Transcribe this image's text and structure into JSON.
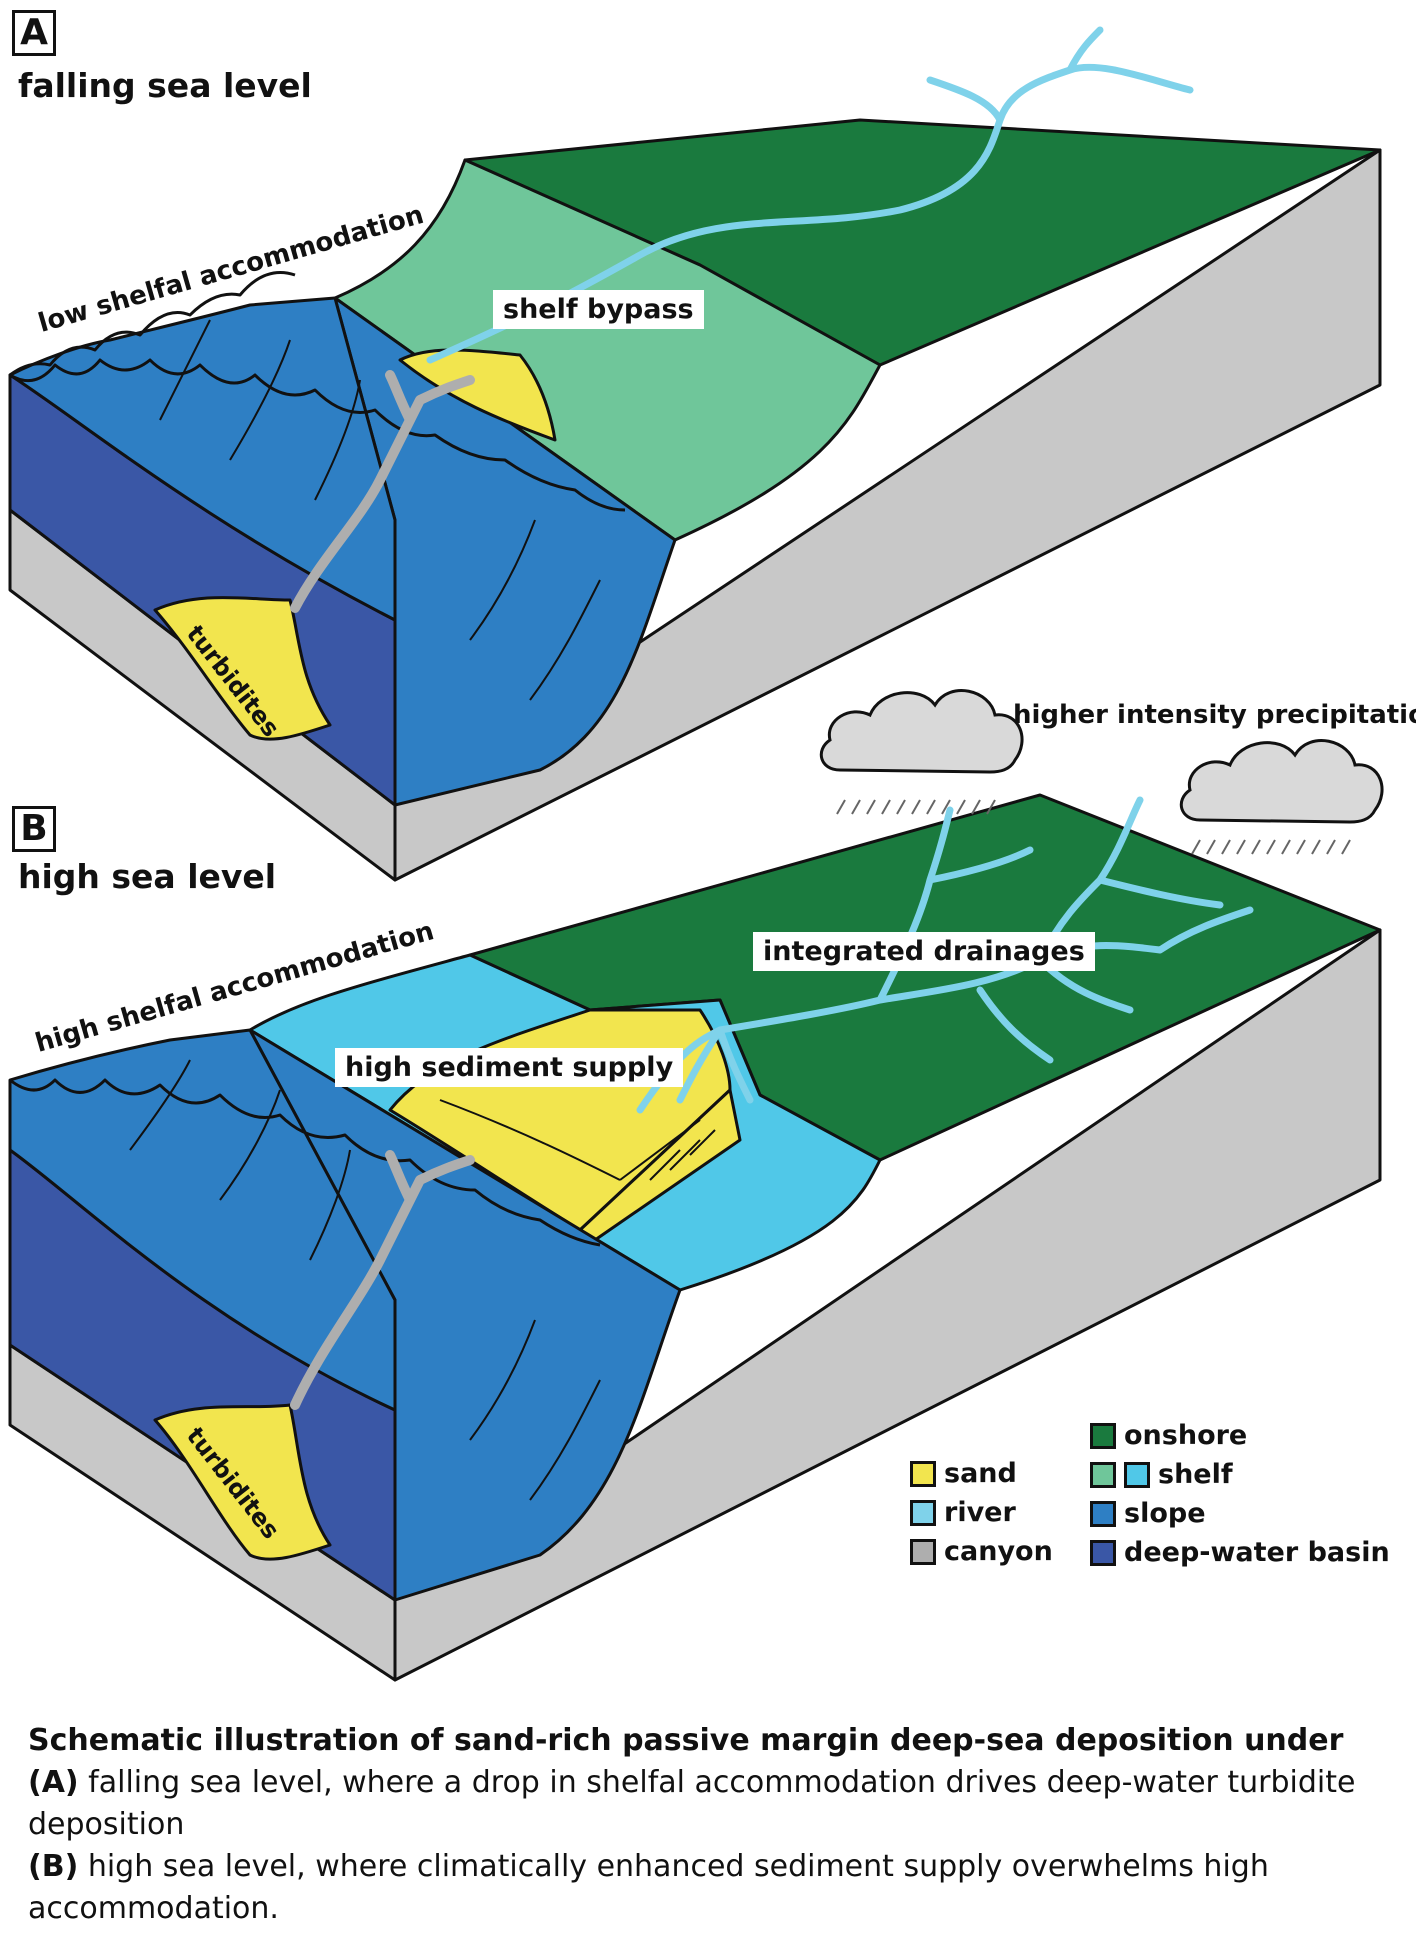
{
  "panels": {
    "a": {
      "letter": "A",
      "title": "falling sea level",
      "accommodation": "low shelfal accommodation",
      "label_bypass": "shelf bypass",
      "label_turbidites": "turbidites"
    },
    "b": {
      "letter": "B",
      "title": "high sea level",
      "accommodation": "high shelfal accommodation",
      "label_supply": "high sediment supply",
      "label_drainage": "integrated drainages",
      "label_turbidites": "turbidites",
      "label_precip": "higher intensity precipitation"
    }
  },
  "legend": {
    "sand": "sand",
    "river": "river",
    "canyon": "canyon",
    "onshore": "onshore",
    "shelf": "shelf",
    "slope": "slope",
    "basin": "deep-water basin"
  },
  "colors": {
    "onshore": "#1a7a3e",
    "shelf_a": "#6fc69a",
    "shelf_b": "#50c8e8",
    "slope": "#2e7fc4",
    "basin": "#3a57a6",
    "sand": "#f2e54e",
    "river": "#7fd2ea",
    "canyon": "#aeaeae",
    "block": "#c8c8c8"
  },
  "caption": {
    "heading": "Schematic illustration of sand-rich passive margin deep-sea deposition under",
    "a_tag": "(A)",
    "a_text": " falling sea level, where a drop in shelfal accommodation drives deep-water turbidite deposition",
    "b_tag": "(B)",
    "b_text": " high sea level, where climatically enhanced sediment supply overwhelms high accommodation."
  }
}
